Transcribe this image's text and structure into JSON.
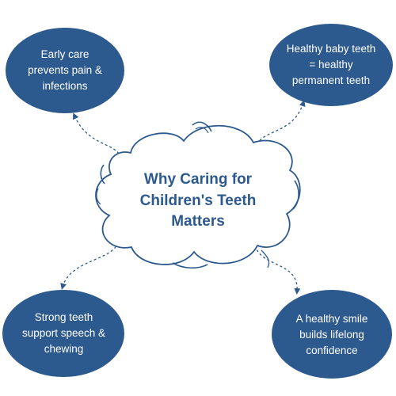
{
  "colors": {
    "node_fill": "#2d5a8e",
    "node_text": "#ffffff",
    "cloud_stroke": "#2d5a8e",
    "title_text": "#2d5a8e",
    "connector": "#2d5a8e"
  },
  "center": {
    "lines": [
      "Why Caring for",
      "Children's Teeth",
      "Matters"
    ]
  },
  "nodes": {
    "top_left": {
      "lines": [
        "Early care",
        "prevents pain &",
        "infections"
      ]
    },
    "top_right": {
      "lines": [
        "Healthy baby teeth",
        "= healthy",
        "permanent teeth"
      ]
    },
    "bottom_left": {
      "lines": [
        "Strong teeth",
        "support speech &",
        "chewing"
      ]
    },
    "bottom_right": {
      "lines": [
        "A healthy smile",
        "builds lifelong",
        "confidence"
      ]
    }
  }
}
